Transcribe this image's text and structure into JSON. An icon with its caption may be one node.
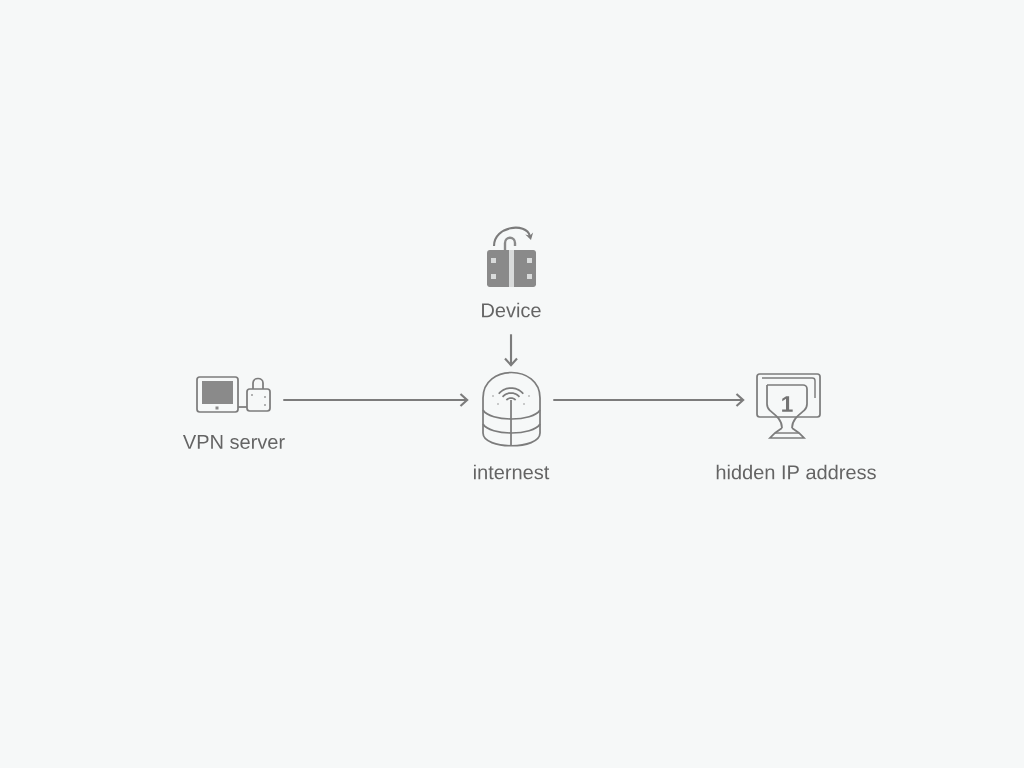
{
  "diagram": {
    "nodes": [
      {
        "text": [
          "Device"
        ]
      },
      {
        "text": [
          "VPN server"
        ]
      },
      {
        "text": [
          "internest"
        ]
      },
      {
        "text": [
          "1",
          "hidden IP address"
        ]
      }
    ],
    "edges": [
      {
        "from": 1,
        "to": 2,
        "arrow": "to"
      },
      {
        "from": 0,
        "to": 2,
        "arrow": "to"
      },
      {
        "from": 2,
        "to": 3,
        "arrow": "to"
      }
    ]
  }
}
